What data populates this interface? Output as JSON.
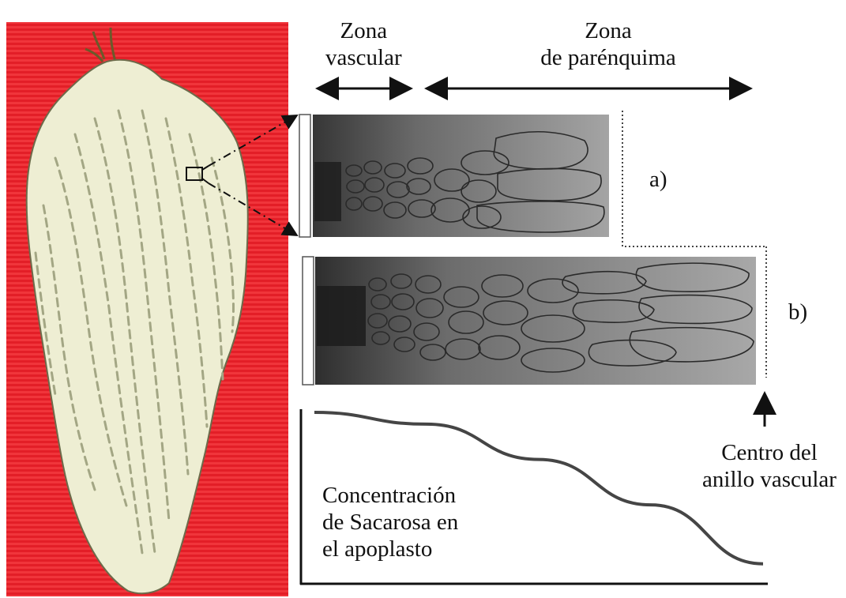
{
  "labels": {
    "vascular_zone": [
      "Zona",
      "vascular"
    ],
    "parenchyma_zone": [
      "Zona",
      "de parénquima"
    ],
    "panel_a": "a)",
    "panel_b": "b)",
    "ring_center": [
      "Centro del",
      "anillo vascular"
    ],
    "sucrose": [
      "Concentración",
      "de Sacarosa en",
      "el apoplasto"
    ]
  },
  "colors": {
    "photo_background": "#e8232a",
    "beet_flesh": "#eeeed2",
    "vascular_ring_marks": "#a8ab88",
    "panel_gradient_dark": "#3a3a3a",
    "panel_gradient_light": "#9c9c9c",
    "cell_outline": "#2b2b2b",
    "curve": "#444444"
  },
  "panels": [
    {
      "id": "a",
      "description_none": ""
    },
    {
      "id": "b",
      "description_none": ""
    }
  ],
  "curve": {
    "trend": "decreasing",
    "x": [
      0,
      0.25,
      0.5,
      0.75,
      1.0
    ],
    "y": [
      1.0,
      0.93,
      0.72,
      0.45,
      0.1
    ]
  }
}
